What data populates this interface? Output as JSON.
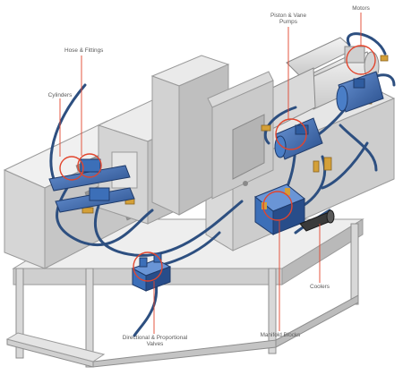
{
  "colors": {
    "background": "#ffffff",
    "leader": "#e2452d",
    "callout_ring": "#e2452d",
    "hose": "#2d4f80",
    "hydraulic_blue": "#3c6fb8",
    "frame": "#dcdcdc",
    "frame_shadow": "#a9a9a9",
    "fitting": "#d4a038",
    "label_text": "#5a5a5a"
  },
  "labels": {
    "hose_fittings": "Hose & Fittings",
    "cylinders": "Cylinders",
    "piston_vane_line1": "Piston & Vane",
    "piston_vane_line2": "Pumps",
    "motors": "Motors",
    "coolers": "Coolers",
    "manifold_blocks": "Manifold Blocks",
    "directional_line1": "Directional & Proportional",
    "directional_line2": "Valves"
  },
  "icons": [
    "callout-ring-icon",
    "leader-line-icon"
  ]
}
